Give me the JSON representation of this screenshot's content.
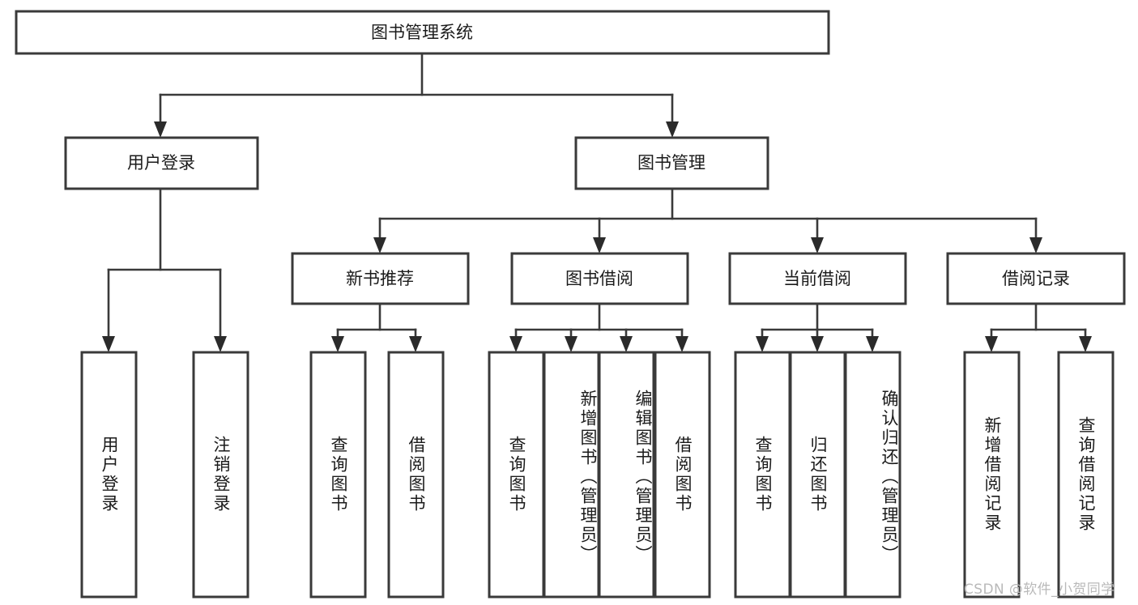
{
  "diagram": {
    "type": "tree-hierarchy-chart",
    "title": "图书管理系统",
    "orientation": "top-down",
    "box_fill": "#ffffff",
    "box_stroke": "#3a3a3a",
    "text_color": "#1b1b1b"
  },
  "nodes": {
    "root": {
      "label": "图书管理系统",
      "level": 1
    },
    "level2": [
      {
        "label": "用户登录",
        "level": 2
      },
      {
        "label": "图书管理",
        "level": 2
      }
    ],
    "level3": [
      {
        "label": "新书推荐",
        "level": 3
      },
      {
        "label": "图书借阅",
        "level": 3
      },
      {
        "label": "当前借阅",
        "level": 3
      },
      {
        "label": "借阅记录",
        "level": 3
      }
    ],
    "leaves": [
      {
        "label": "用户登录",
        "parent": "用户登录"
      },
      {
        "label": "注销登录",
        "parent": "用户登录"
      },
      {
        "label": "查询图书",
        "parent": "新书推荐"
      },
      {
        "label": "借阅图书",
        "parent": "新书推荐"
      },
      {
        "label": "查询图书",
        "parent": "图书借阅"
      },
      {
        "label": "新增图书（管理员）",
        "parent": "图书借阅"
      },
      {
        "label": "编辑图书（管理员）",
        "parent": "图书借阅"
      },
      {
        "label": "借阅图书",
        "parent": "图书借阅"
      },
      {
        "label": "查询图书",
        "parent": "当前借阅"
      },
      {
        "label": "归还图书",
        "parent": "当前借阅"
      },
      {
        "label": "确认归还（管理员）",
        "parent": "当前借阅"
      },
      {
        "label": "新增借阅记录",
        "parent": "借阅记录"
      },
      {
        "label": "查询借阅记录",
        "parent": "借阅记录"
      }
    ]
  },
  "watermark": {
    "text": "CSDN @软件_小贺同学"
  }
}
